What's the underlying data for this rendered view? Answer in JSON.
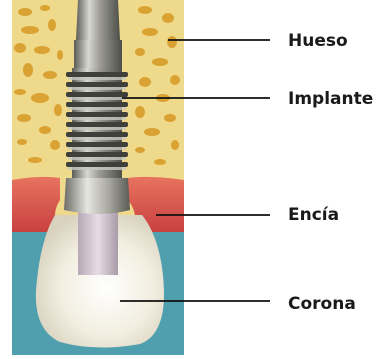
{
  "labels": {
    "bone": "Hueso",
    "implant": "Implante",
    "gum": "Encía",
    "crown": "Corona"
  },
  "colors": {
    "bone_yellow": "#efd98a",
    "bone_pores": "#d9a233",
    "gum": "#d94f4c",
    "background_teal": "#4f9fae",
    "crown": "#f3efe3",
    "implant_metal": "#8c8c86",
    "leader_line": "#111111"
  }
}
